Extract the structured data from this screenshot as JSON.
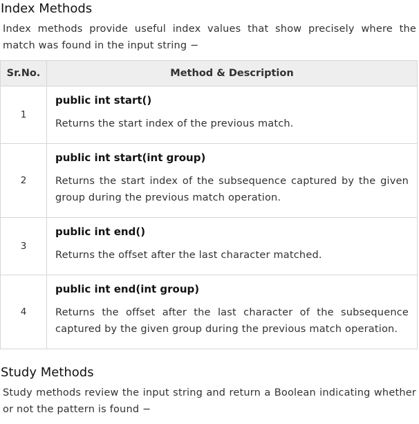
{
  "index_section": {
    "heading": "Index Methods",
    "intro": "Index methods provide useful index values that show precisely where the match was found in the input string −"
  },
  "table": {
    "headers": {
      "no": "Sr.No.",
      "method": "Method & Description"
    },
    "rows": [
      {
        "no": "1",
        "method": "public int start()",
        "description": "Returns the start index of the previous match."
      },
      {
        "no": "2",
        "method": "public int start(int group)",
        "description": "Returns the start index of the subsequence captured by the given group during the previous match operation."
      },
      {
        "no": "3",
        "method": "public int end()",
        "description": "Returns the offset after the last character matched."
      },
      {
        "no": "4",
        "method": "public int end(int group)",
        "description": "Returns the offset after the last character of the subsequence captured by the given group during the previous match operation."
      }
    ]
  },
  "study_section": {
    "heading": "Study Methods",
    "intro": "Study methods review the input string and return a Boolean indicating whether or not the pattern is found −"
  }
}
